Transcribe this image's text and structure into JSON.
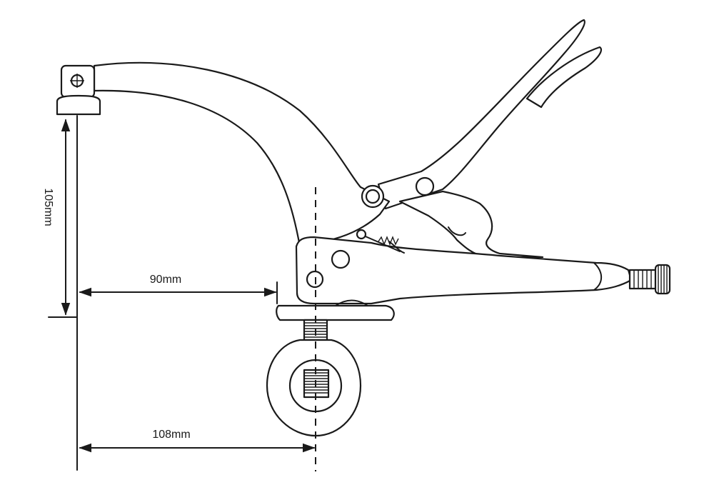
{
  "dimensions": {
    "height_label": "105mm",
    "reach_label": "90mm",
    "depth_label": "108mm"
  },
  "colors": {
    "line": "#1a1a1a",
    "background": "#ffffff"
  }
}
